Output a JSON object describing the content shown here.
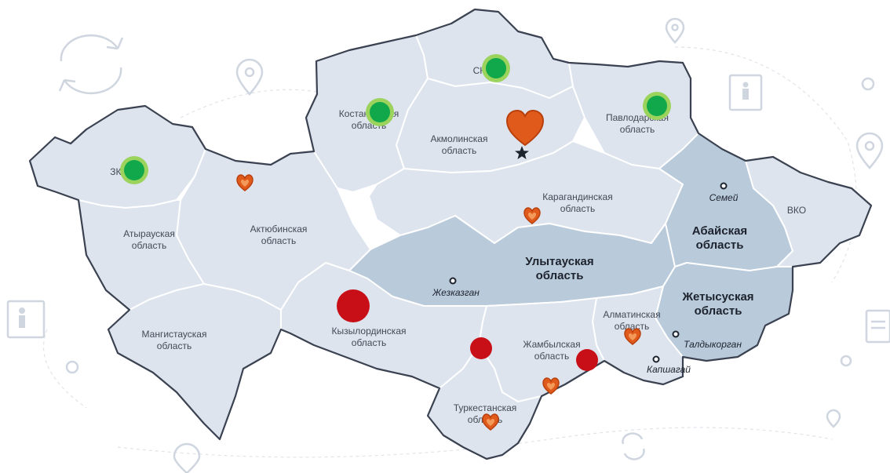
{
  "colors": {
    "region_light": "#dde4ee",
    "region_new": "#b9cadb",
    "border": "#3a4150",
    "marker_green": "#10a84b",
    "marker_green_ring": "#9bd35c",
    "marker_heart": "#d9531e",
    "marker_red": "#c80f17"
  },
  "regions": {
    "atyrau": [
      "Атырауская",
      "область"
    ],
    "aktobe": [
      "Актюбинская",
      "область"
    ],
    "mangystau": [
      "Мангистауская",
      "область"
    ],
    "kostanay": [
      "Костанайская",
      "область"
    ],
    "sko": [
      "СКО"
    ],
    "akmola": [
      "Акмолинская",
      "область"
    ],
    "pavlodar": [
      "Павлодарская",
      "область"
    ],
    "karaganda": [
      "Карагандинская",
      "область"
    ],
    "abai": [
      "Абайская",
      "область"
    ],
    "vko": [
      "ВКО"
    ],
    "ulytau": [
      "Улытауская",
      "область"
    ],
    "zhetysu": [
      "Жетысуская",
      "область"
    ],
    "kyzylorda": [
      "Кызылординская",
      "область"
    ],
    "zhambyl": [
      "Жамбылская",
      "область"
    ],
    "almaty": [
      "Алматинская",
      "область"
    ],
    "turkestan": [
      "Туркестанская",
      "область"
    ],
    "zko": [
      "ЗКО"
    ]
  },
  "cities": {
    "semey": "Семей",
    "zhezkazgan": "Жезказган",
    "taldykorgan": "Талдыкорган",
    "kapshagay": "Капшагай"
  },
  "icons": {
    "capital": "star-icon",
    "heart": "heart-icon",
    "pin": "map-pin-icon",
    "person": "person-icon",
    "refresh": "refresh-icon"
  }
}
